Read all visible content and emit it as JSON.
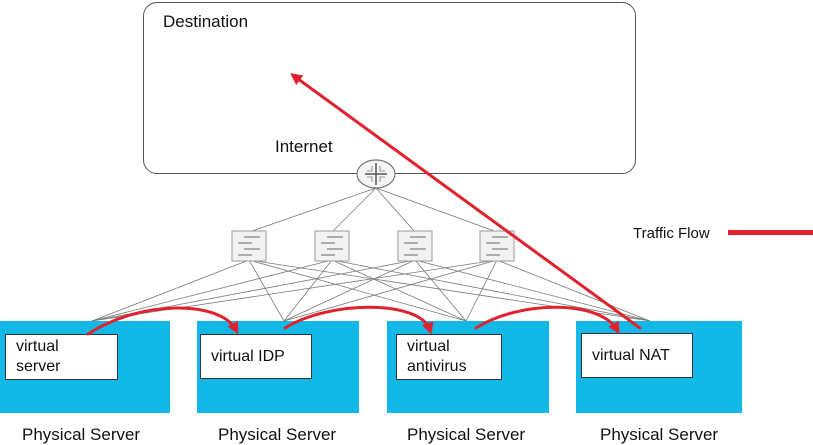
{
  "diagram": {
    "destination": {
      "label": "Destination"
    },
    "internet": {
      "label": "Internet",
      "router_icon": "router-icon"
    },
    "switches": [
      {
        "icon": "switch-icon"
      },
      {
        "icon": "switch-icon"
      },
      {
        "icon": "switch-icon"
      },
      {
        "icon": "switch-icon"
      }
    ],
    "servers": [
      {
        "label": "Physical Server",
        "vm_label_line1": "virtual",
        "vm_label_line2": "server"
      },
      {
        "label": "Physical Server",
        "vm_label_line1": "virtual IDP",
        "vm_label_line2": ""
      },
      {
        "label": "Physical Server",
        "vm_label_line1": "virtual",
        "vm_label_line2": "antivirus"
      },
      {
        "label": "Physical Server",
        "vm_label_line1": "virtual NAT",
        "vm_label_line2": ""
      }
    ],
    "legend": {
      "label": "Traffic Flow",
      "color": "#e0222e"
    },
    "colors": {
      "server": "#12b9e6",
      "flow": "#e0222e",
      "links": "#777777"
    },
    "flow_sequence": [
      "virtual server",
      "virtual IDP",
      "virtual antivirus",
      "virtual NAT",
      "Destination"
    ]
  }
}
